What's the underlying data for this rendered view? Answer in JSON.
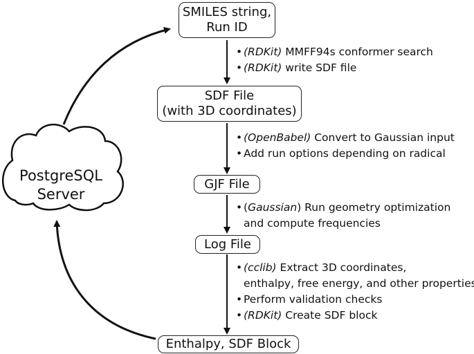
{
  "cloud": {
    "line1": "PostgreSQL",
    "line2": "Server"
  },
  "boxes": {
    "smiles": {
      "line1": "SMILES string,",
      "line2": "Run ID"
    },
    "sdf": {
      "line1": "SDF File",
      "line2": "(with 3D coordinates)"
    },
    "gjf": {
      "line1": "GJF File"
    },
    "log": {
      "line1": "Log File"
    },
    "enthalpy": {
      "line1": "Enthalpy, SDF Block"
    }
  },
  "steps": {
    "step1": [
      {
        "tool": "(RDKit)",
        "text": " MMFF94s conformer search"
      },
      {
        "tool": "(RDKit)",
        "text": " write SDF file"
      }
    ],
    "step2": [
      {
        "tool": "(OpenBabel)",
        "text": " Convert to Gaussian input"
      },
      {
        "text": "Add run options depending on radical"
      }
    ],
    "step3": {
      "open": "(",
      "tool": "Gaussian",
      "close": ")",
      "text": " Run geometry optimization",
      "continuation": "and compute frequencies"
    },
    "step4": [
      {
        "tool": "(cclib)",
        "text": " Extract 3D coordinates,",
        "continuation": "enthalpy, free energy, and other properties"
      },
      {
        "text": "Perform validation checks"
      },
      {
        "tool": "(RDKit)",
        "text": " Create SDF block"
      }
    ]
  }
}
